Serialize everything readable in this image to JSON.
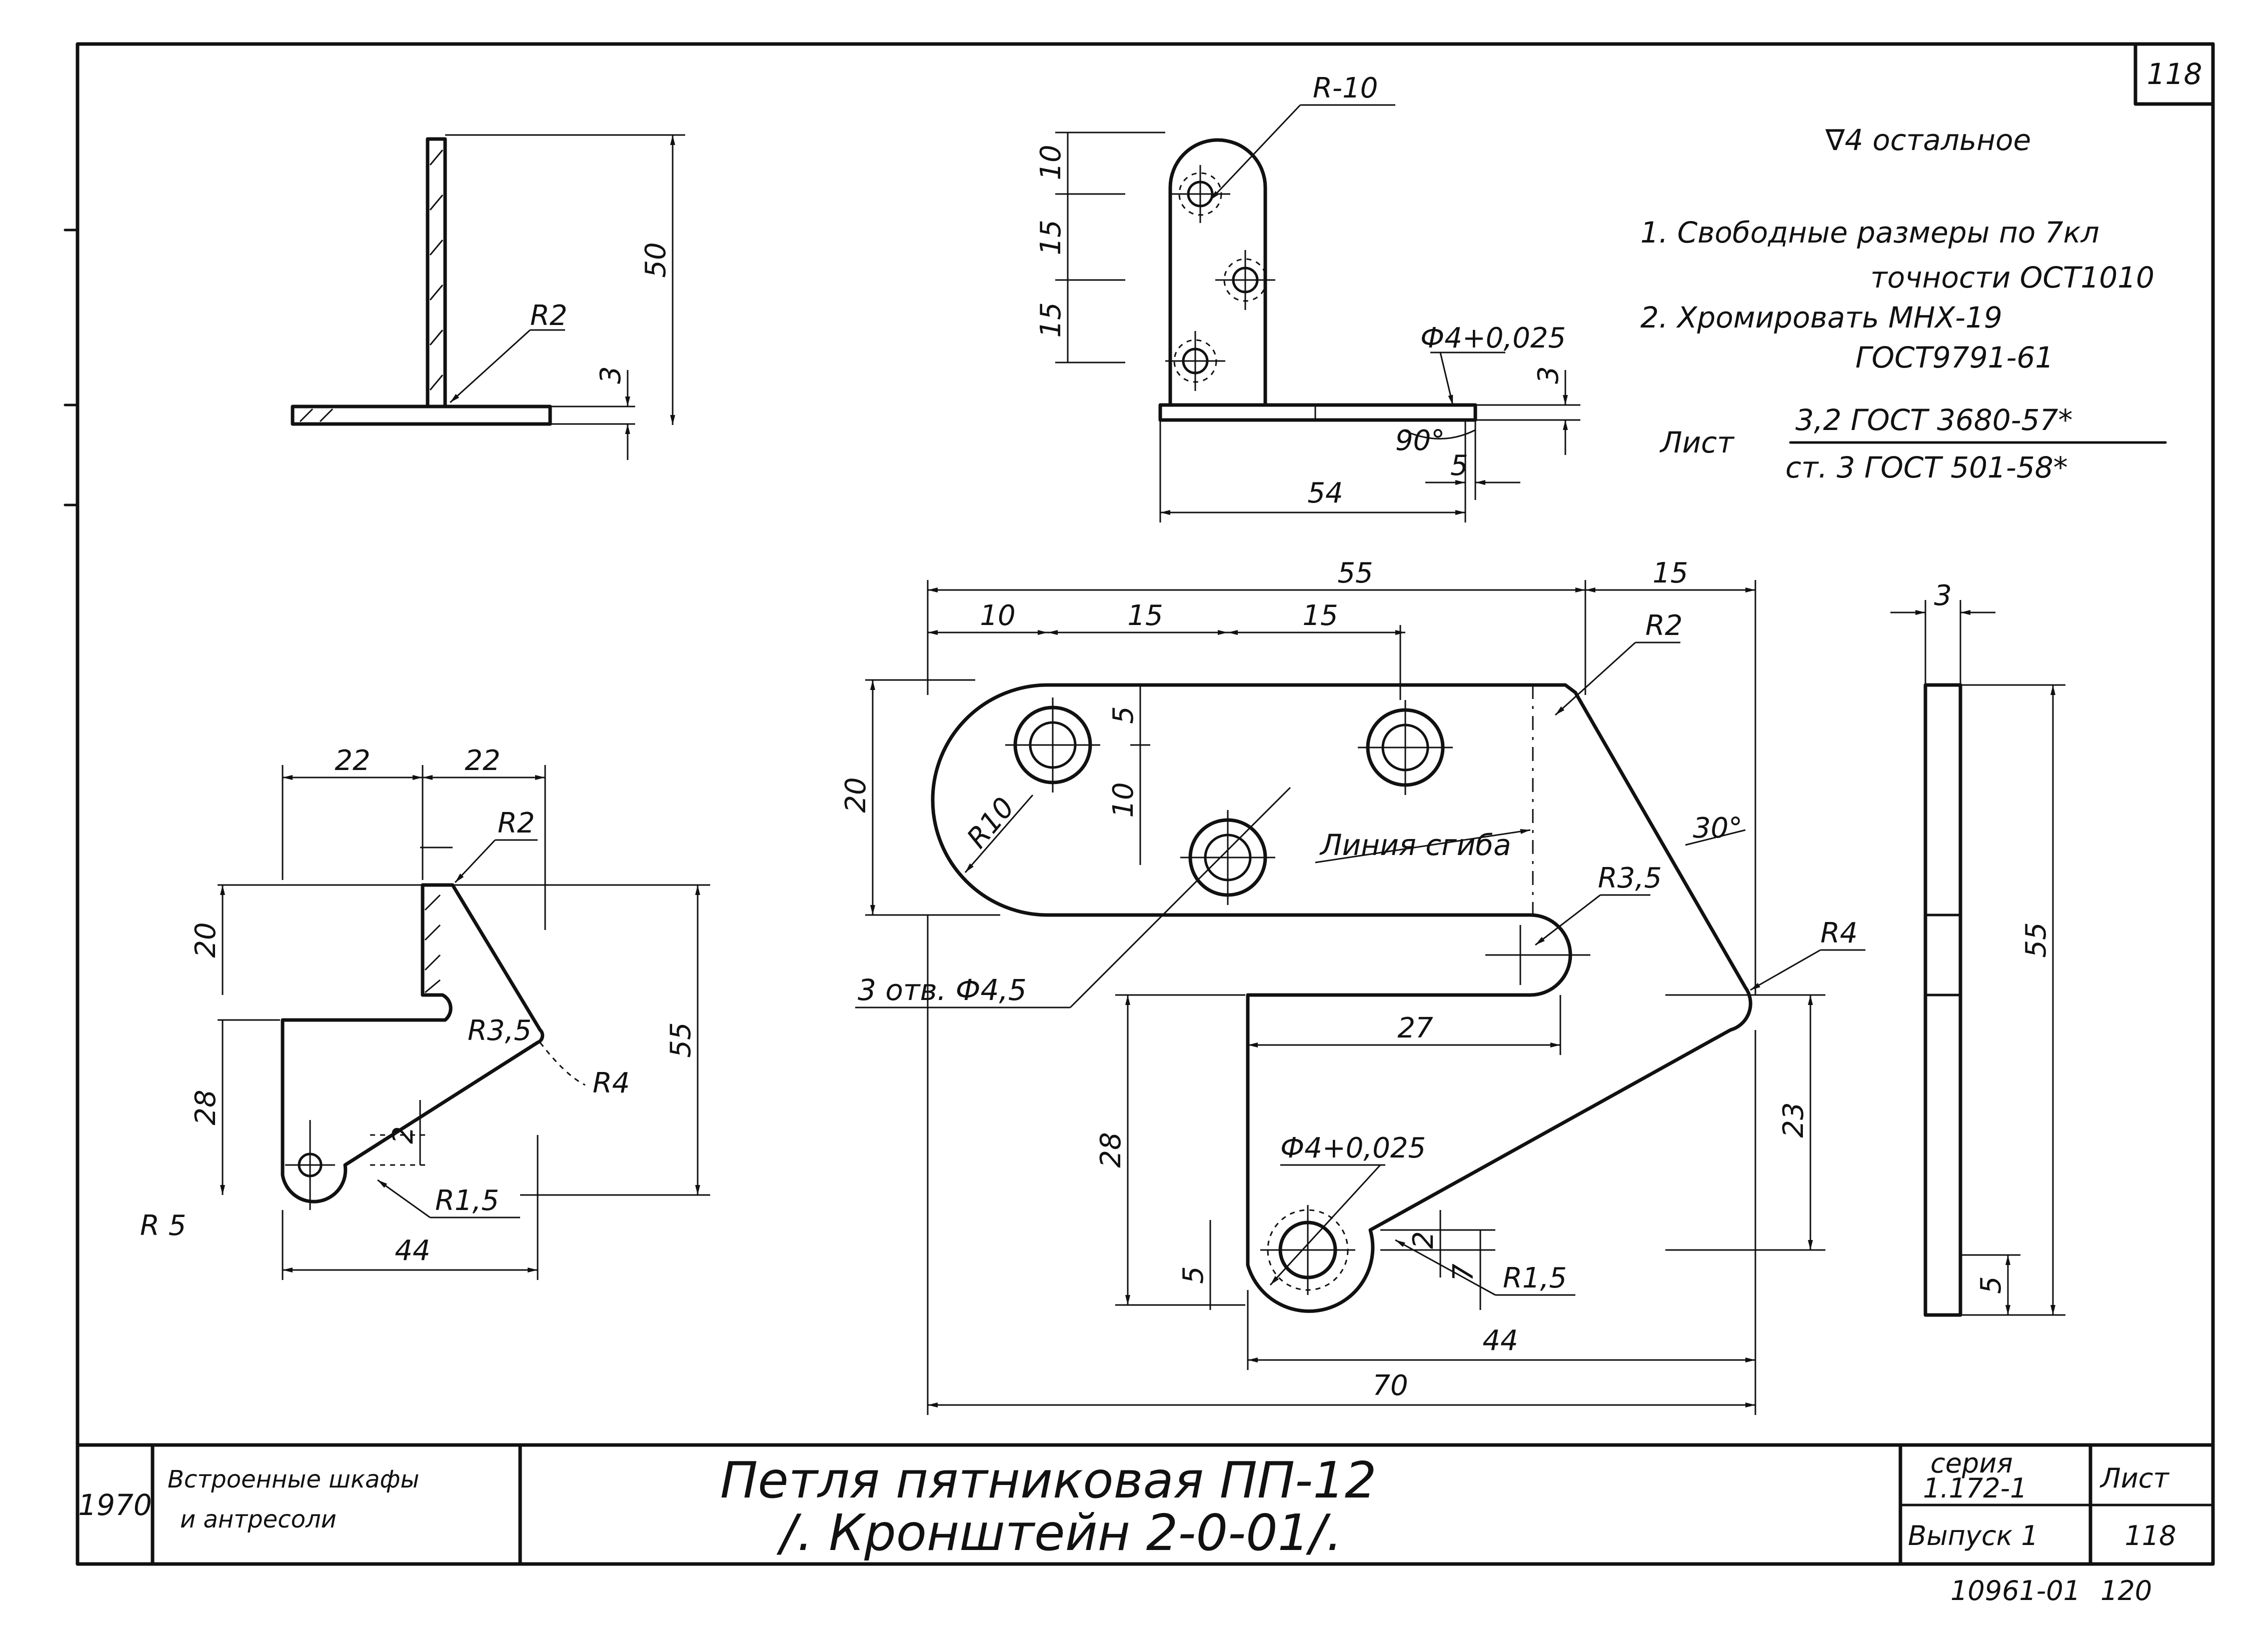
{
  "sheet_number": "118",
  "notes": {
    "surface_finish": "∇4 остальное",
    "note1_line1": "1. Свободные размеры по 7кл",
    "note1_line2": "точности ОСТ1010",
    "note2_line1": "2. Хромировать МНХ-19",
    "note2_line2": "ГОСТ9791-61",
    "material_label": "Лист",
    "material_numerator": "3,2 ГОСТ 3680-57*",
    "material_denominator": "ст. 3 ГОСТ 501-58*"
  },
  "dims": {
    "r10_top": "R-10",
    "d10_top": "10",
    "d15a": "15",
    "d15b": "15",
    "hole_tol_top": "Ф4+0,025",
    "d3_top": "3",
    "d90": "90°",
    "d5_top": "5",
    "d54": "54",
    "d50": "50",
    "r2_left": "R2",
    "d3_left": "3",
    "d55": "55",
    "d15_top": "15",
    "d10": "10",
    "d15c": "15",
    "d15d": "15",
    "r2_right": "R2",
    "d5_flat": "5",
    "d20_flat": "20",
    "d10_flat": "10",
    "r10_flat": "R10",
    "bend_line": "Линия сгиба",
    "d30": "30°",
    "r35_flat": "R3,5",
    "holes3": "3 отв. Ф4,5",
    "r4_flat": "R4",
    "d27": "27",
    "d23": "23",
    "d28_flat": "28",
    "hole_tol_flat": "Ф4+0,025",
    "d2_flat": "2",
    "d7_flat": "7",
    "r15_flat": "R1,5",
    "d5_bottom": "5",
    "d44_flat": "44",
    "d70": "70",
    "d3_side": "3",
    "d55_side": "55",
    "d5_side": "5",
    "d22a": "22",
    "d22b": "22",
    "r2_bent": "R2",
    "d20_bent": "20",
    "r35_bent": "R3,5",
    "d55_bent": "55",
    "r4_bent": "R4",
    "d28_bent": "28",
    "d2_bent": "2",
    "r15_bent": "R1,5",
    "d44_bent": "44",
    "r5": "R 5"
  },
  "title_block": {
    "year": "1970",
    "project_line1": "Встроенные шкафы",
    "project_line2": "и антресоли",
    "title_line1": "Петля пятниковая ПП-12",
    "title_line2": "/. Кронштейн 2-0-01/.",
    "series_label": "серия",
    "series_value": "1.172-1",
    "issue_label": "Выпуск 1",
    "sheet_label": "Лист",
    "sheet_value": "118"
  },
  "footer": {
    "doc_number": "10961-01",
    "page_number": "120"
  }
}
